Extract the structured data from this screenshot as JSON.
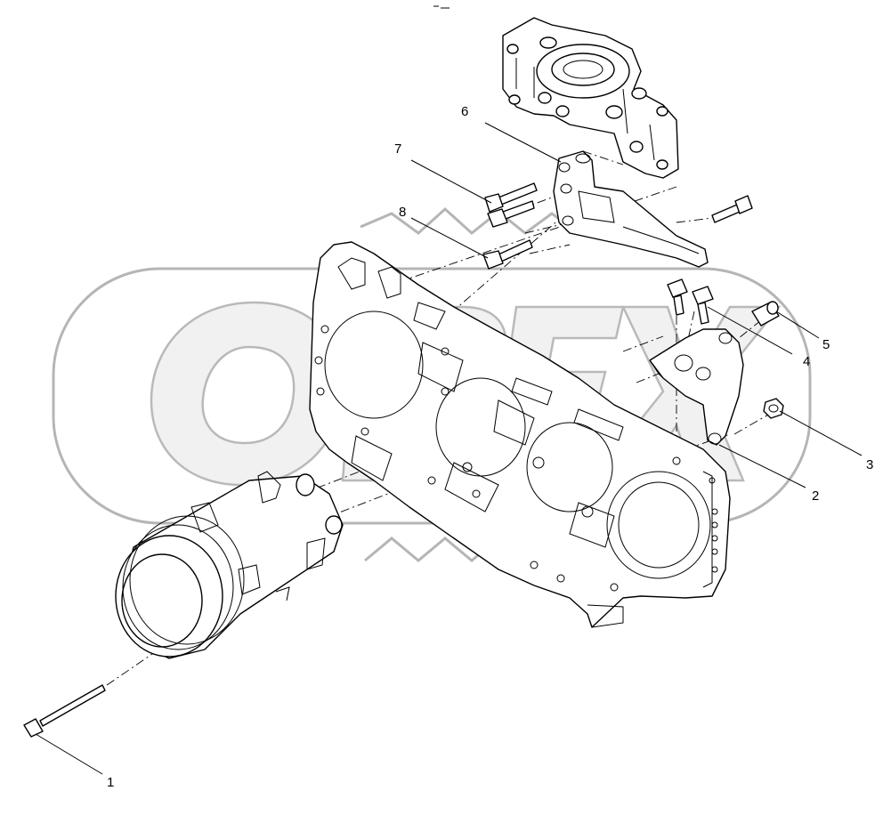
{
  "diagram": {
    "callouts": [
      {
        "id": "1",
        "label": "1"
      },
      {
        "id": "2",
        "label": "2"
      },
      {
        "id": "3",
        "label": "3"
      },
      {
        "id": "4",
        "label": "4"
      },
      {
        "id": "5",
        "label": "5"
      },
      {
        "id": "6",
        "label": "6"
      },
      {
        "id": "7",
        "label": "7"
      },
      {
        "id": "8",
        "label": "8"
      }
    ],
    "watermark": "OREX",
    "colors": {
      "line": "#000000",
      "watermark": "#b5b5b5",
      "background": "#ffffff"
    }
  }
}
